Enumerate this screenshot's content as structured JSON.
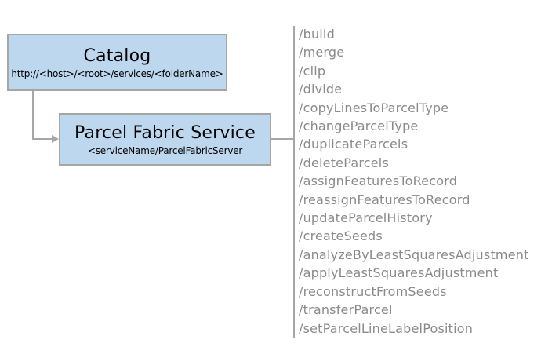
{
  "catalog_box": {
    "title": "Catalog",
    "subtitle": "http://<host>/<root>/services/<folderName>"
  },
  "service_box": {
    "title": "Parcel Fabric Service",
    "subtitle": "<serviceName/ParcelFabricServer"
  },
  "endpoints": [
    "/build",
    "/merge",
    "/clip",
    "/divide",
    "/copyLinesToParcelType",
    "/changeParcelType",
    "/duplicateParcels",
    "/deleteParcels",
    "/assignFeaturesToRecord",
    "/reassignFeaturesToRecord",
    "/updateParcelHistory",
    "/createSeeds",
    "/analyzeByLeastSquaresAdjustment",
    "/applyLeastSquaresAdjustment",
    "/reconstructFromSeeds",
    "/transferParcel",
    "/setParcelLineLabelPosition"
  ],
  "colors": {
    "box_fill": "#bdd7ee",
    "box_border": "#a6a6a6",
    "connector": "#a6a6a6",
    "endpoint_text": "#8a8a8a",
    "box_text": "#000000",
    "background": "#ffffff"
  }
}
